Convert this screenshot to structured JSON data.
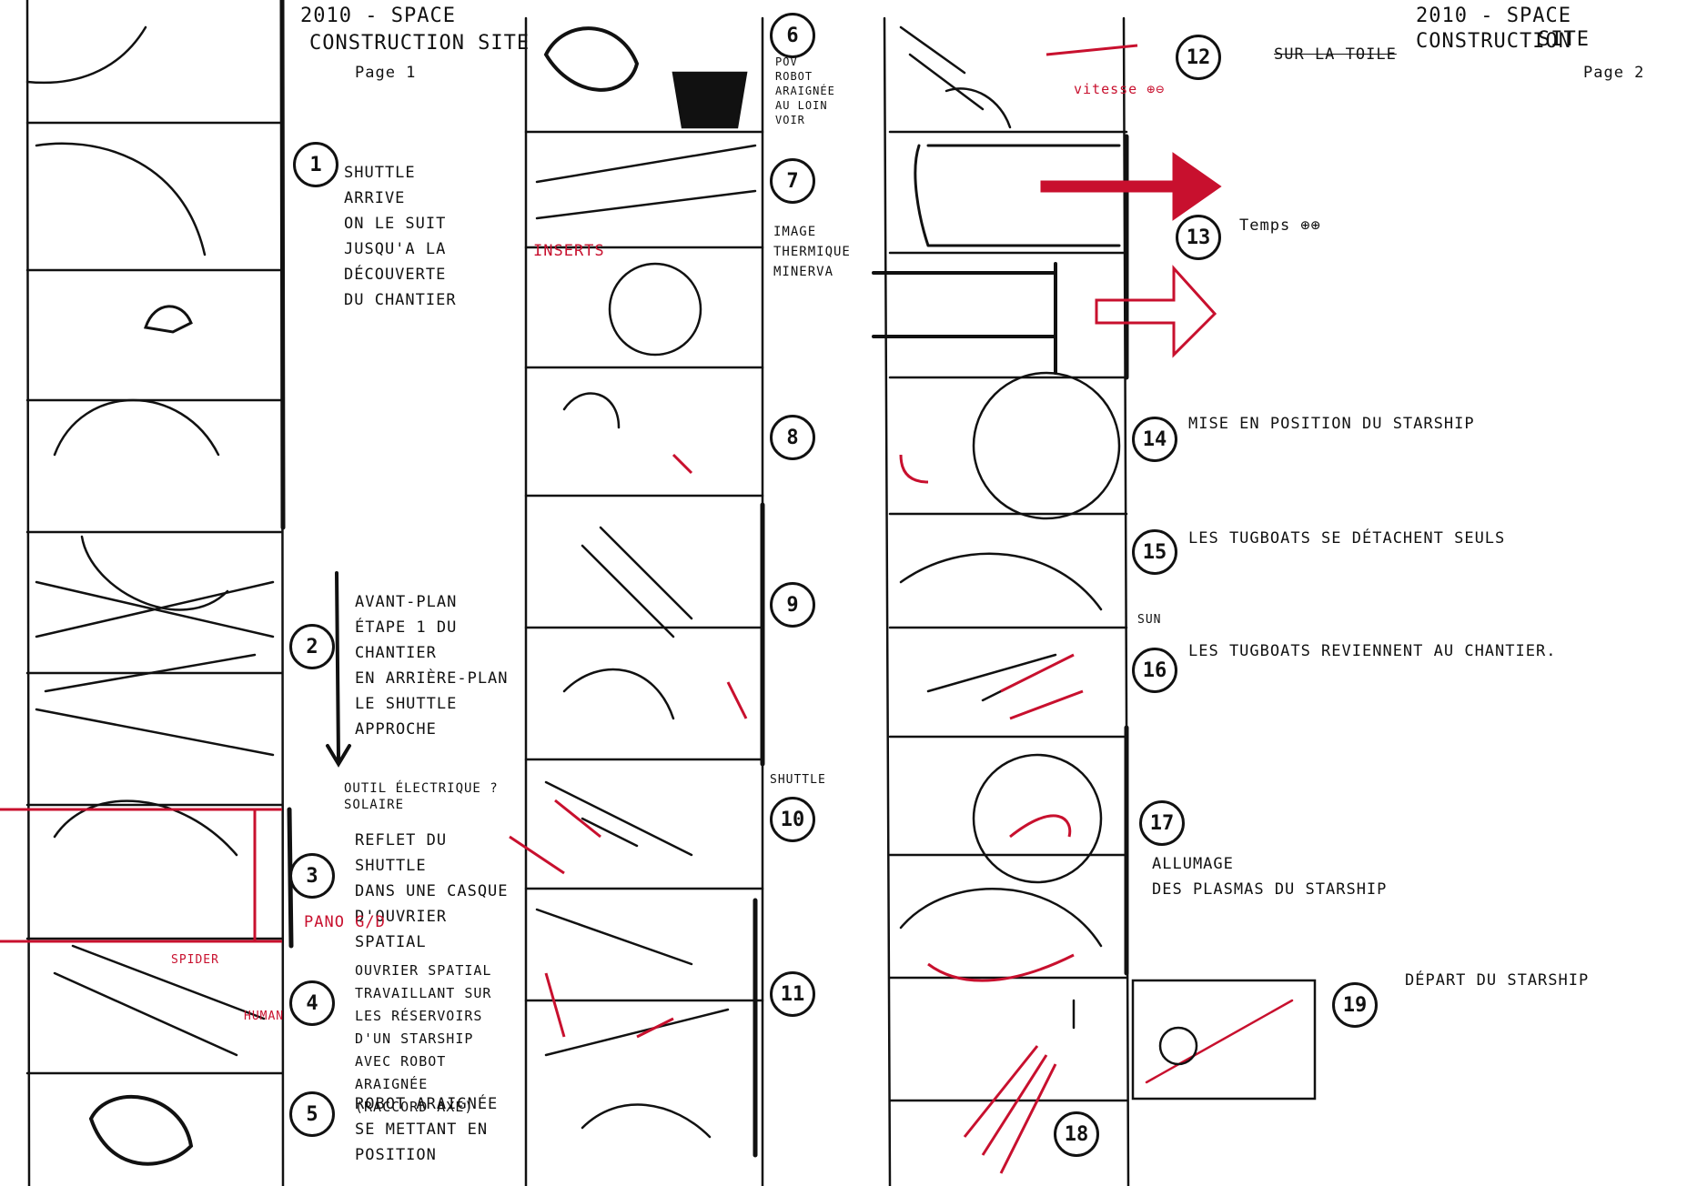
{
  "page1": {
    "title": "2010 - SPACE",
    "title2": "CONSTRUCTION SITE",
    "page_label": "Page 1"
  },
  "page2": {
    "title": "2010 - SPACE CONSTRUCTION",
    "title2": "SITE",
    "page_label": "Page 2"
  },
  "shots": [
    {
      "num": "1",
      "text": [
        "SHUTTLE",
        "ARRIVE",
        "ON LE SUIT",
        "JUSQU'A LA DÉCOUVERTE",
        "DU CHANTIER"
      ]
    },
    {
      "num": "2",
      "text": [
        "AVANT-PLAN",
        "ÉTAPE 1 DU CHANTIER",
        "EN ARRIÈRE-PLAN",
        "LE SHUTTLE",
        "APPROCHE"
      ]
    },
    {
      "num": "3",
      "text": [
        "REFLET DU SHUTTLE",
        "DANS UNE CASQUE",
        "D'OUVRIER SPATIAL"
      ],
      "note": "OUTIL ÉLECTRIQUE ? SOLAIRE",
      "red_note": "PANO G/D"
    },
    {
      "num": "4",
      "text": [
        "OUVRIER SPATIAL",
        "TRAVAILLANT SUR",
        "LES RÉSERVOIRS",
        "D'UN STARSHIP",
        "AVEC ROBOT ARAIGNÉE",
        "(RACCORD AXE)"
      ],
      "red_labels": [
        "SPIDER",
        "HUMAN"
      ]
    },
    {
      "num": "5",
      "text": [
        "ROBOT ARAIGNÉE",
        "SE METTANT EN",
        "POSITION"
      ]
    },
    {
      "num": "6",
      "text": [
        "POV",
        "ROBOT",
        "ARAIGNÉE",
        "AU LOIN",
        "VOIR"
      ]
    },
    {
      "num": "7",
      "text": [
        "IMAGE",
        "THERMIQUE",
        "MINERVA"
      ],
      "red_note": "INSERTS"
    },
    {
      "num": "8",
      "text": []
    },
    {
      "num": "9",
      "text": []
    },
    {
      "num": "10",
      "text": [],
      "note": "SHUTTLE"
    },
    {
      "num": "11",
      "text": []
    },
    {
      "num": "12",
      "text": [],
      "struck": "SUR LA TOILE",
      "red_note": "vitesse ⊕⊖"
    },
    {
      "num": "13",
      "text": [
        "Temps ⊕⊕"
      ]
    },
    {
      "num": "14",
      "text": [
        "MISE EN POSITION DU STARSHIP"
      ]
    },
    {
      "num": "15",
      "text": [
        "LES TUGBOATS SE DÉTACHENT SEULS"
      ]
    },
    {
      "num": "16",
      "text": [
        "LES TUGBOATS REVIENNENT AU CHANTIER."
      ],
      "note": "SUN"
    },
    {
      "num": "17",
      "text": [
        "ALLUMAGE",
        "DES PLASMAS DU STARSHIP"
      ]
    },
    {
      "num": "18",
      "text": [
        "DÉPART DU STARSHIP"
      ]
    },
    {
      "num": "19",
      "text": []
    }
  ],
  "colors": {
    "ink": "#111111",
    "red": "#c8102e"
  }
}
